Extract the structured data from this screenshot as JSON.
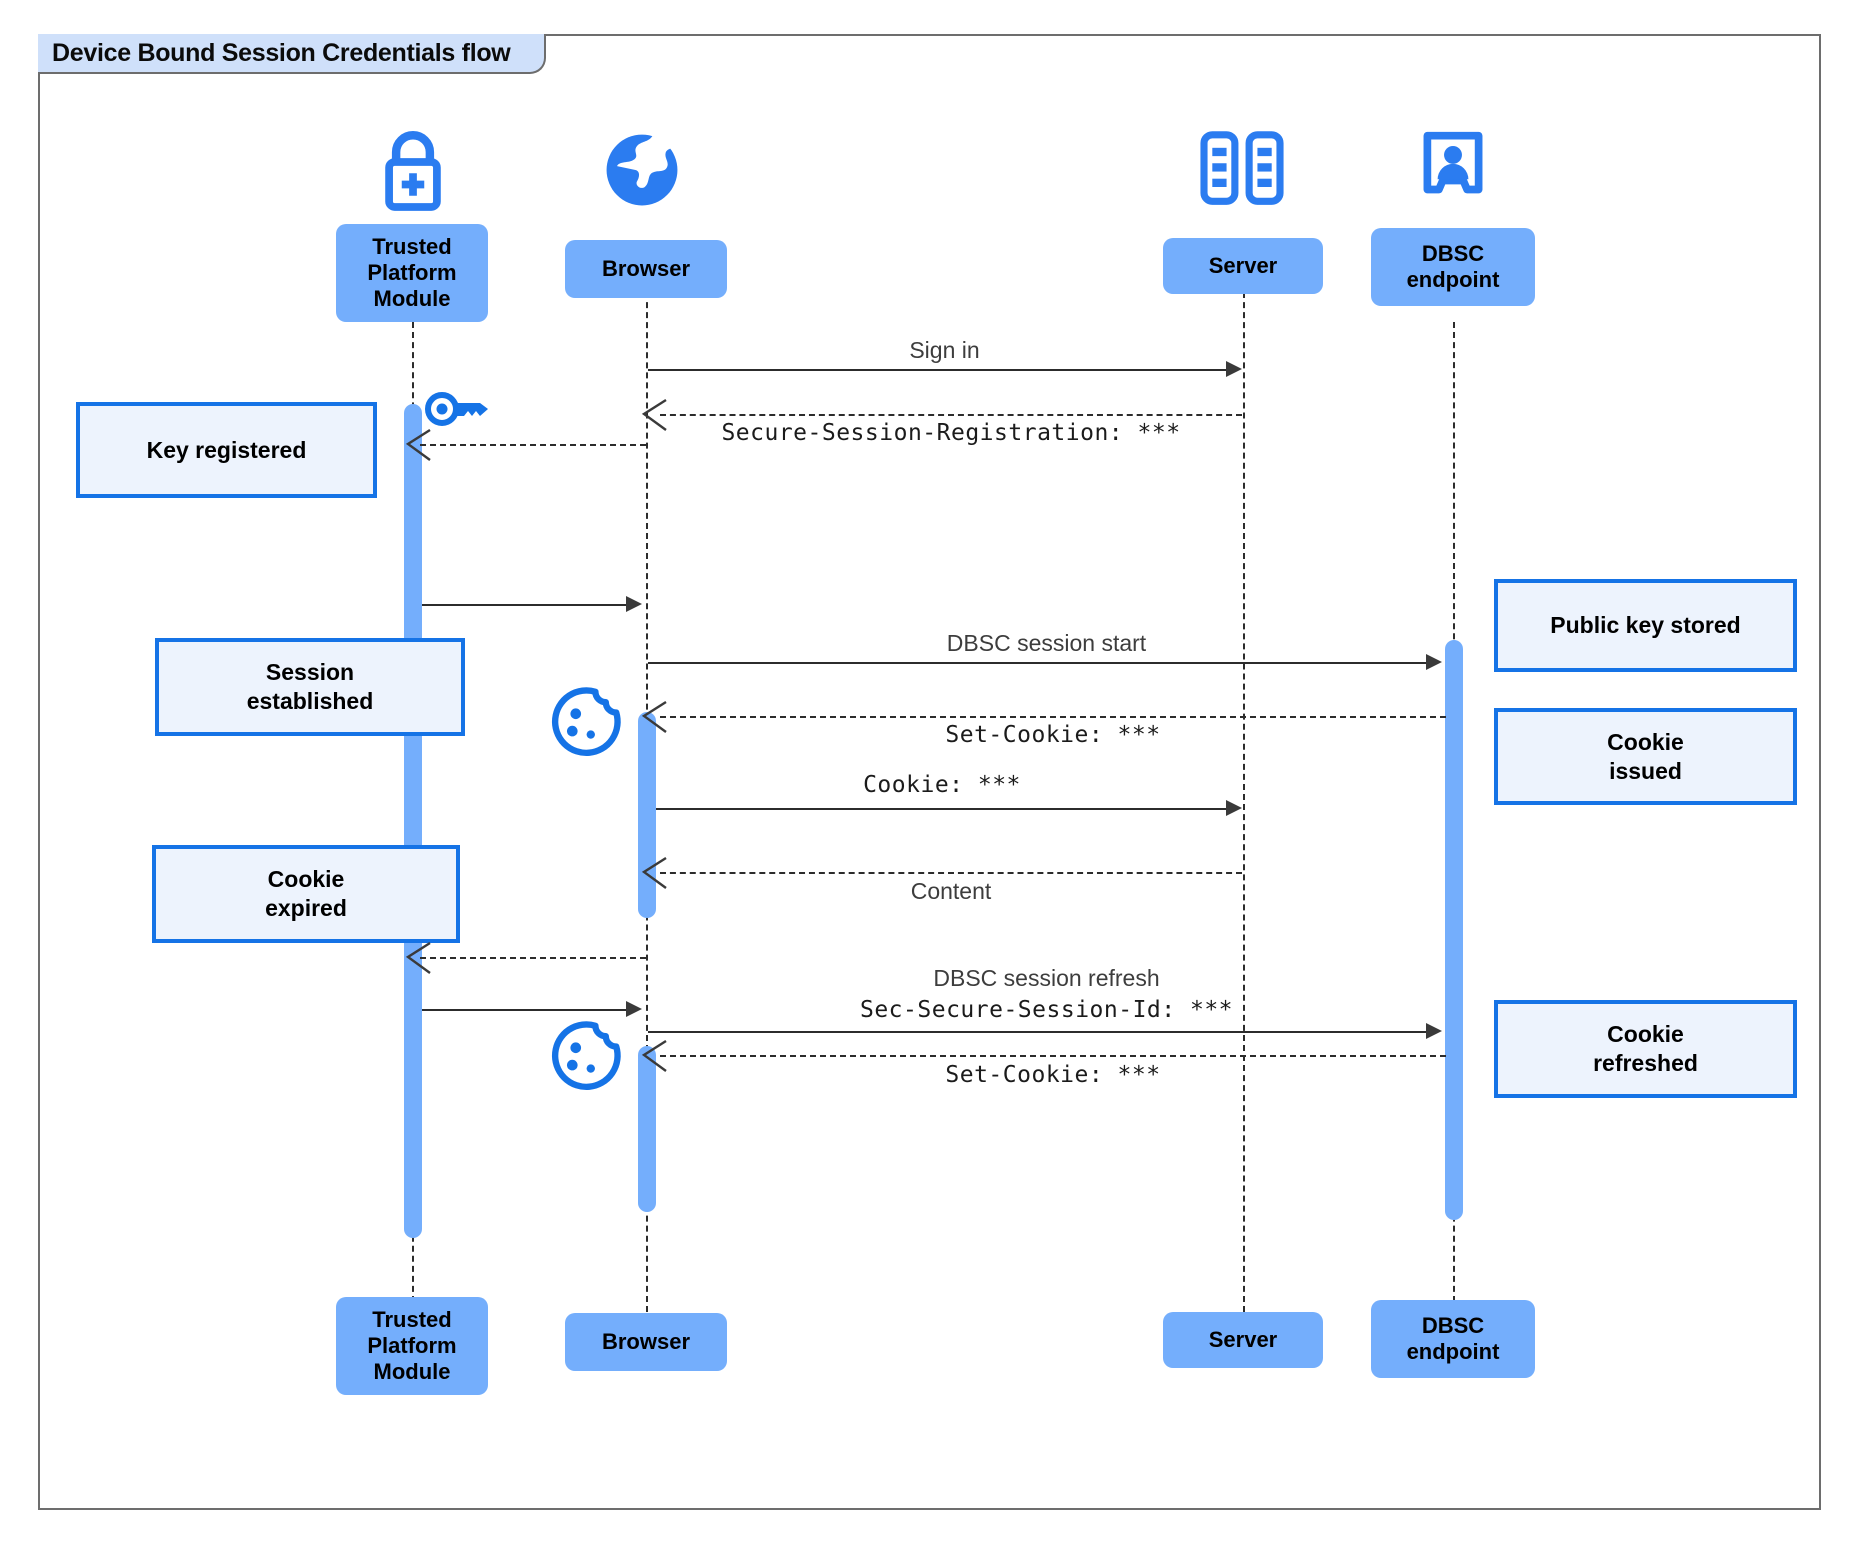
{
  "diagram": {
    "title": "Device Bound Session Credentials flow",
    "type": "sequence-diagram",
    "accent_color": "#1573e6",
    "participant_fill": "#74aefc",
    "note_fill": "#edf3fd",
    "note_border": "#1573e6",
    "title_fill": "#cfe0fa"
  },
  "participants": [
    {
      "id": "tpm",
      "label": "Trusted\nPlatform\nModule",
      "label_line1": "Trusted",
      "label_line2": "Platform",
      "label_line3": "Module",
      "icon": "lock-plus-icon"
    },
    {
      "id": "browser",
      "label": "Browser",
      "icon": "globe-icon"
    },
    {
      "id": "server",
      "label": "Server",
      "icon": "server-rack-icon"
    },
    {
      "id": "dbsc",
      "label": "DBSC\nendpoint",
      "label_line1": "DBSC",
      "label_line2": "endpoint",
      "icon": "id-badge-icon"
    }
  ],
  "messages": [
    {
      "id": "m1",
      "label": "Sign in",
      "style": "sans",
      "kind": "solid",
      "from": "browser",
      "to": "server"
    },
    {
      "id": "m2",
      "label": "Secure-Session-Registration: ***",
      "style": "mono",
      "kind": "dashed",
      "from": "server",
      "to": "browser"
    },
    {
      "id": "m3",
      "label": "",
      "style": "sans",
      "kind": "solid",
      "from": "tpm",
      "to": "browser"
    },
    {
      "id": "m4",
      "label": "DBSC session start",
      "style": "sans",
      "kind": "solid",
      "from": "browser",
      "to": "dbsc"
    },
    {
      "id": "m5",
      "label": "Set-Cookie: ***",
      "style": "mono",
      "kind": "dashed",
      "from": "dbsc",
      "to": "browser"
    },
    {
      "id": "m6",
      "label": "Cookie: ***",
      "style": "mono",
      "kind": "solid",
      "from": "browser",
      "to": "server"
    },
    {
      "id": "m7",
      "label": "Content",
      "style": "sans",
      "kind": "dashed",
      "from": "server",
      "to": "browser"
    },
    {
      "id": "m8",
      "label": "",
      "style": "sans",
      "kind": "dashed",
      "from": "browser",
      "to": "tpm"
    },
    {
      "id": "m9",
      "label_line1": "DBSC session refresh",
      "label_line2": "Sec-Secure-Session-Id: ***",
      "style": "mixed",
      "kind": "solid",
      "from": "tpm",
      "to": "dbsc"
    },
    {
      "id": "m10",
      "label": "Set-Cookie: ***",
      "style": "mono",
      "kind": "dashed",
      "from": "dbsc",
      "to": "browser"
    }
  ],
  "notes": [
    {
      "id": "n1",
      "side": "left",
      "text": "Key registered",
      "line1": "Key registered"
    },
    {
      "id": "n2",
      "side": "left",
      "text": "Session established",
      "line1": "Session",
      "line2": "established"
    },
    {
      "id": "n3",
      "side": "left",
      "text": "Cookie expired",
      "line1": "Cookie",
      "line2": "expired"
    },
    {
      "id": "n4",
      "side": "right",
      "text": "Public key stored",
      "line1": "Public key stored"
    },
    {
      "id": "n5",
      "side": "right",
      "text": "Cookie issued",
      "line1": "Cookie",
      "line2": "issued"
    },
    {
      "id": "n6",
      "side": "right",
      "text": "Cookie refreshed",
      "line1": "Cookie",
      "line2": "refreshed"
    }
  ],
  "inline_icons": [
    {
      "id": "key1",
      "name": "key-icon",
      "near": "tpm"
    },
    {
      "id": "cookie1",
      "name": "cookie-icon",
      "near": "browser"
    },
    {
      "id": "cookie2",
      "name": "cookie-icon",
      "near": "browser"
    }
  ]
}
